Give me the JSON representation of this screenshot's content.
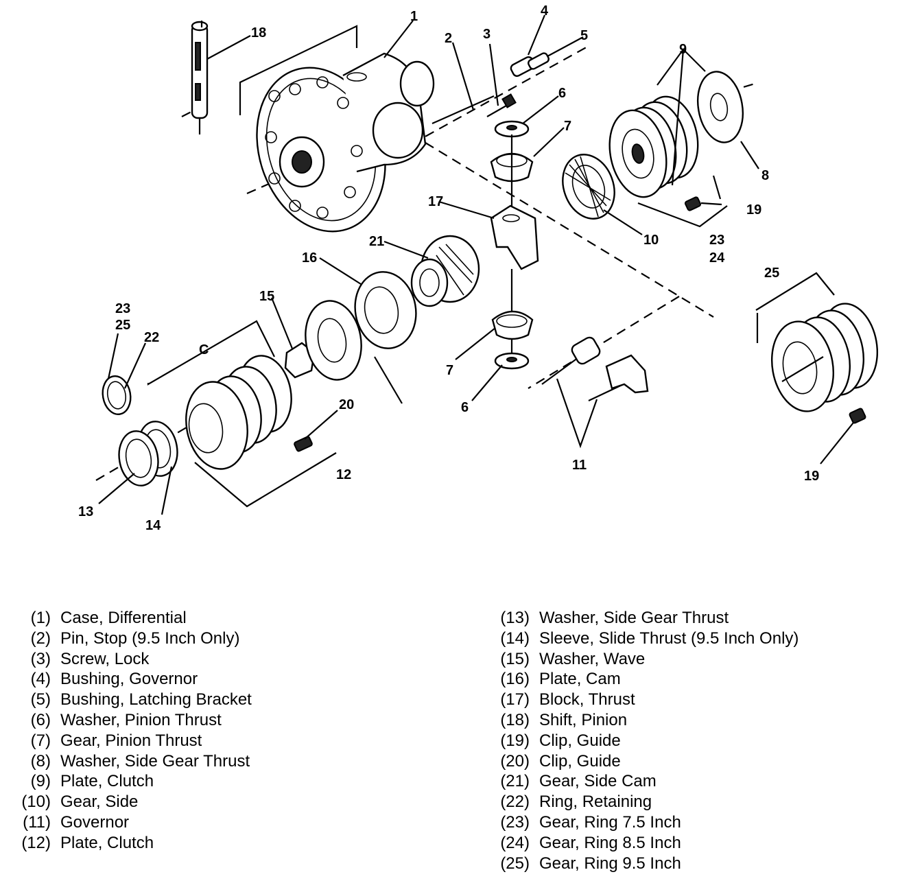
{
  "callouts": {
    "c1": "1",
    "c2": "2",
    "c3": "3",
    "c4": "4",
    "c5": "5",
    "c6a": "6",
    "c6b": "6",
    "c7a": "7",
    "c7b": "7",
    "c8": "8",
    "c9": "9",
    "c10": "10",
    "c11": "11",
    "c12": "12",
    "c13": "13",
    "c14": "14",
    "c15": "15",
    "c16": "16",
    "c17": "17",
    "c18": "18",
    "c19a": "19",
    "c19b": "19",
    "c20": "20",
    "c21": "21",
    "c22": "22",
    "c23a": "23",
    "c24": "24",
    "c23b": "23",
    "c25a": "25",
    "c25b": "25",
    "cC": "C"
  },
  "legend_left": [
    {
      "num": "(1)",
      "label": "Case, Differential"
    },
    {
      "num": "(2)",
      "label": "Pin, Stop (9.5 Inch Only)"
    },
    {
      "num": "(3)",
      "label": "Screw, Lock"
    },
    {
      "num": "(4)",
      "label": "Bushing, Governor"
    },
    {
      "num": "(5)",
      "label": "Bushing, Latching Bracket"
    },
    {
      "num": "(6)",
      "label": "Washer, Pinion Thrust"
    },
    {
      "num": "(7)",
      "label": "Gear, Pinion Thrust"
    },
    {
      "num": "(8)",
      "label": "Washer, Side Gear Thrust"
    },
    {
      "num": "(9)",
      "label": "Plate, Clutch"
    },
    {
      "num": "(10)",
      "label": "Gear, Side"
    },
    {
      "num": "(11)",
      "label": "Governor"
    },
    {
      "num": "(12)",
      "label": "Plate, Clutch"
    }
  ],
  "legend_right": [
    {
      "num": "(13)",
      "label": "Washer, Side Gear Thrust"
    },
    {
      "num": "(14)",
      "label": "Sleeve, Slide Thrust (9.5 Inch Only)"
    },
    {
      "num": "(15)",
      "label": "Washer, Wave"
    },
    {
      "num": "(16)",
      "label": "Plate, Cam"
    },
    {
      "num": "(17)",
      "label": "Block, Thrust"
    },
    {
      "num": "(18)",
      "label": "Shift, Pinion"
    },
    {
      "num": "(19)",
      "label": "Clip, Guide"
    },
    {
      "num": "(20)",
      "label": "Clip, Guide"
    },
    {
      "num": "(21)",
      "label": "Gear, Side Cam"
    },
    {
      "num": "(22)",
      "label": "Ring, Retaining"
    },
    {
      "num": "(23)",
      "label": "Gear, Ring 7.5 Inch"
    },
    {
      "num": "(24)",
      "label": "Gear, Ring 8.5 Inch"
    },
    {
      "num": "(25)",
      "label": "Gear, Ring 9.5 Inch"
    }
  ]
}
